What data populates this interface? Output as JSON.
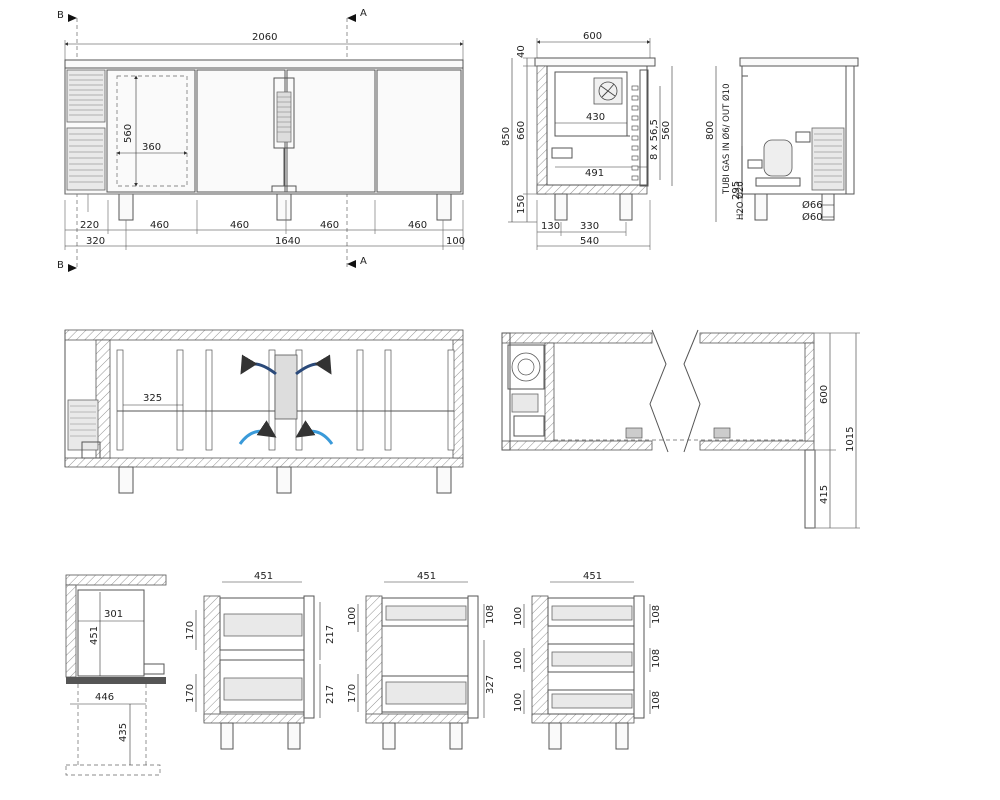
{
  "section_markers": {
    "a": "A",
    "b": "B"
  },
  "front_view": {
    "overall_width": "2060",
    "drawer_height": "560",
    "drawer_width": "360",
    "bottom_a": [
      "220",
      "460",
      "460",
      "460",
      "460"
    ],
    "bottom_b": [
      "320",
      "1640",
      "100"
    ]
  },
  "side_view": {
    "width": "600",
    "top_gap": "40",
    "inner_h": "660",
    "total_h": "850",
    "leg_h": "150",
    "inner_w": "430",
    "inner_w2": "491",
    "rails": "8 x 56,5",
    "rail_h": "560",
    "bottom_a": [
      "130",
      "330"
    ],
    "bottom_b": "540"
  },
  "back_view": {
    "height": "800",
    "gas": "TUBI GAS IN Ø6/ OUT Ø10",
    "h2o": "H2O Ø20",
    "h2o_h": "295",
    "d66": "Ø66",
    "d60": "Ø60"
  },
  "plan_view": {
    "shelf": "325"
  },
  "section_view": {
    "upper": "600",
    "lower": "415",
    "total": "1015"
  },
  "drawer_detail": {
    "w": "301",
    "h": "451",
    "depth": "446",
    "drop": "435"
  },
  "drawer_configs": [
    {
      "width": "451",
      "left": [
        "170",
        "170"
      ],
      "right": [
        "217",
        "217"
      ]
    },
    {
      "width": "451",
      "left": [
        "100",
        "170"
      ],
      "right": [
        "108",
        "327"
      ]
    },
    {
      "width": "451",
      "left": [
        "100",
        "100",
        "100"
      ],
      "right": [
        "108",
        "108",
        "108"
      ]
    }
  ]
}
